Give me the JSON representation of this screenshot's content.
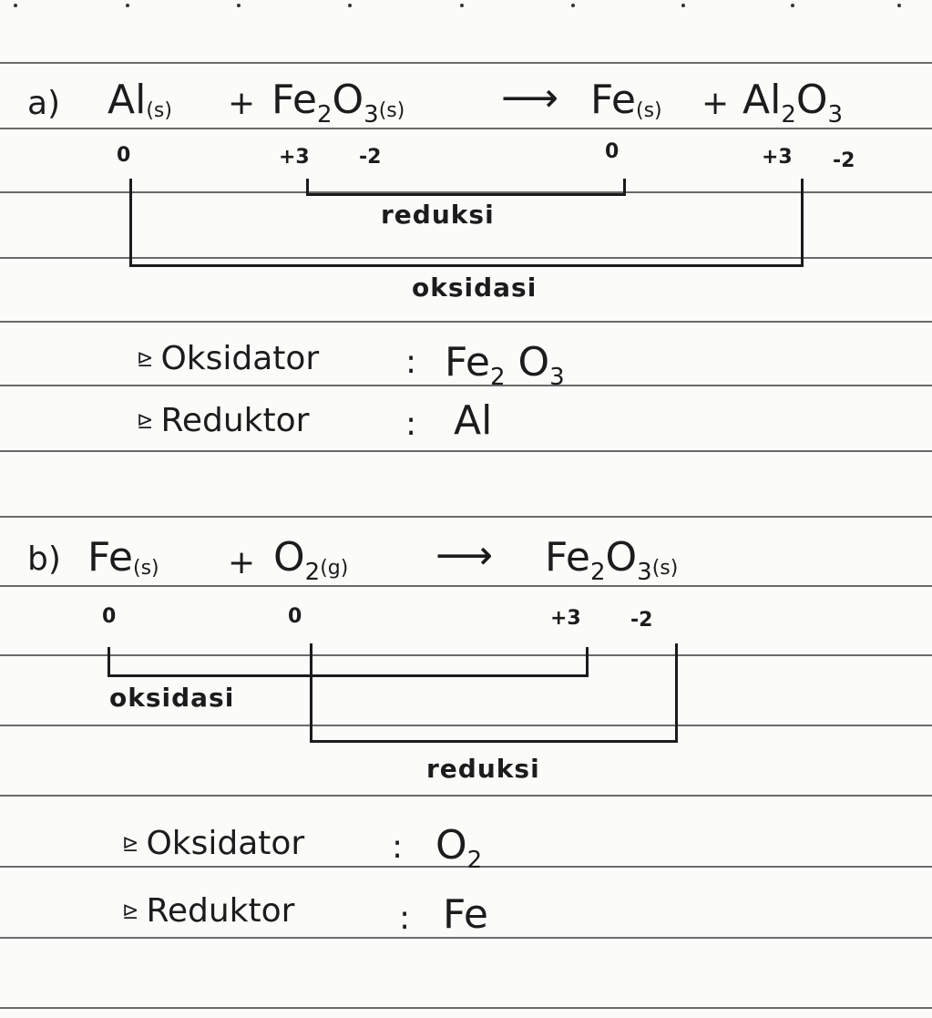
{
  "part_a": {
    "label": "a)",
    "plus": "+",
    "arrow": "⟶",
    "colon": ":",
    "reactant_1": {
      "symbol": "Al",
      "state": "(s)"
    },
    "reactant_2": {
      "el1": "Fe",
      "sub1": "2",
      "el2": "O",
      "sub2": "3",
      "state": "(s)"
    },
    "product_1": {
      "symbol": "Fe",
      "state": "(s)"
    },
    "product_2": {
      "el1": "Al",
      "sub1": "2",
      "el2": "O",
      "sub2": "3"
    },
    "ox": {
      "al": "0",
      "fe": "+3",
      "o": "-2",
      "fe_product": "0",
      "al_product": "+3",
      "o_product": "-2"
    },
    "reduction": "reduksi",
    "oxidation": "oksidasi",
    "oxidizer_label": "Oksidator",
    "oxidizer": {
      "el1": "Fe",
      "sub1": "2",
      "el2": "O",
      "sub2": "3"
    },
    "reductor_label": "Reduktor",
    "reductor": "Al"
  },
  "part_b": {
    "label": "b)",
    "plus": "+",
    "arrow": "⟶",
    "colon": ":",
    "reactant_1": {
      "symbol": "Fe",
      "state": "(s)"
    },
    "reactant_2": {
      "el1": "O",
      "sub1": "2",
      "state": "(g)"
    },
    "product": {
      "el1": "Fe",
      "sub1": "2",
      "el2": "O",
      "sub2": "3",
      "state": "(s)"
    },
    "ox": {
      "fe": "0",
      "o": "0",
      "fe_product": "+3",
      "o_product": "-2"
    },
    "oxidation": "oksidasi",
    "reduction": "reduksi",
    "oxidizer_label": "Oksidator",
    "oxidizer": {
      "el1": "O",
      "sub1": "2"
    },
    "reductor_label": "Reduktor",
    "reductor": "Fe"
  }
}
